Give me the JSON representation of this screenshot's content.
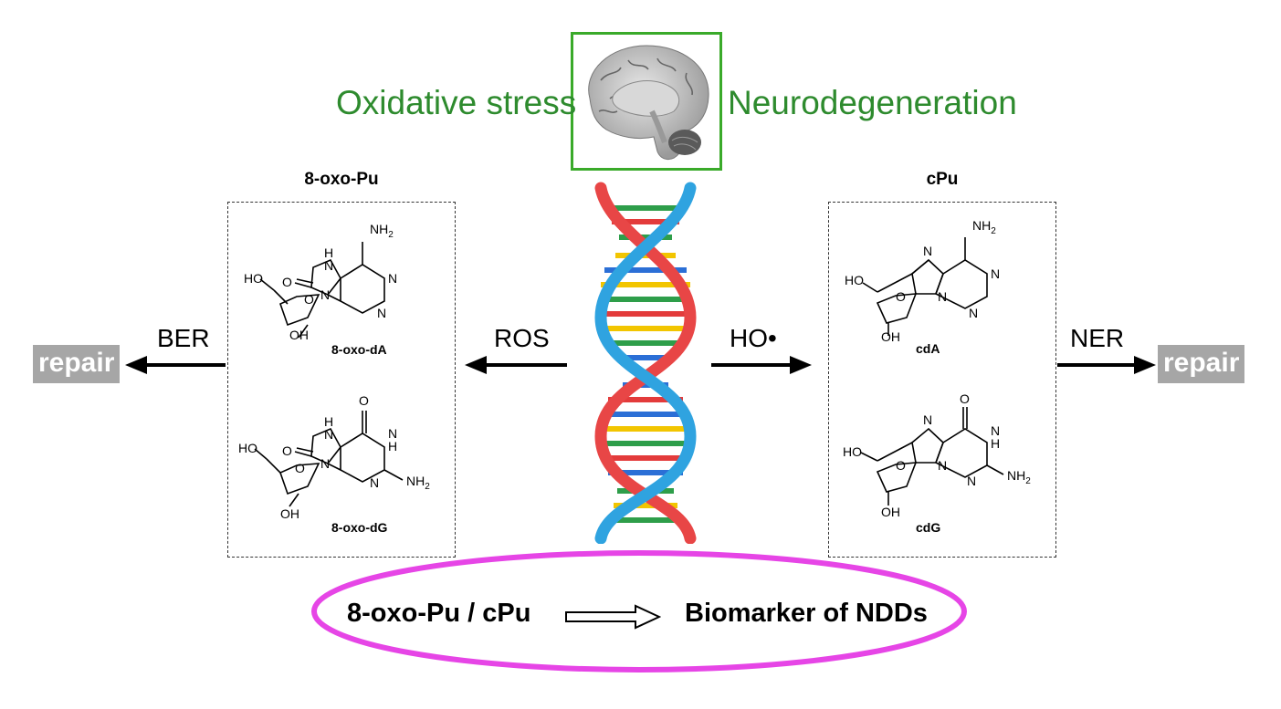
{
  "header": {
    "left_label": "Oxidative stress",
    "right_label": "Neurodegeneration",
    "accent_color": "#2e8b2e",
    "brain_icon": "brain-icon"
  },
  "left_panel": {
    "title": "8-oxo-Pu",
    "molecules": [
      {
        "name": "8-oxo-dA"
      },
      {
        "name": "8-oxo-dG"
      }
    ]
  },
  "right_panel": {
    "title": "cPu",
    "molecules": [
      {
        "name": "cdA"
      },
      {
        "name": "cdG"
      }
    ]
  },
  "arrows": {
    "ber": "BER",
    "ros": "ROS",
    "ho": "HO•",
    "ner": "NER"
  },
  "repair_left": "repair",
  "repair_right": "repair",
  "atoms": {
    "nh2": "NH",
    "sub2": "2",
    "h": "H",
    "n": "N",
    "o": "O",
    "ho": "HO",
    "oh": "OH"
  },
  "footer": {
    "left": "8-oxo-Pu / cPu",
    "right": "Biomarker of NDDs",
    "ellipse_color": "#e645e6"
  }
}
